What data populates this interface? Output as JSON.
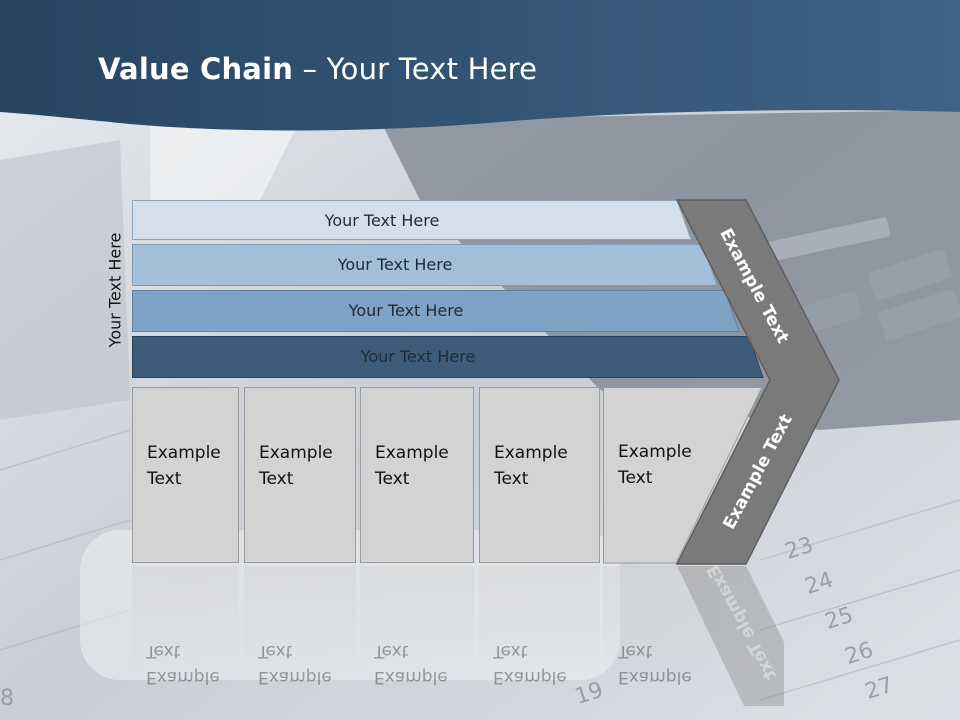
{
  "title": {
    "bold": "Value Chain",
    "rest": " – Your Text Here"
  },
  "side_label": "Your Text Here",
  "bars": [
    {
      "label": "Your Text Here",
      "color": "#d3dfeb"
    },
    {
      "label": "Your Text Here",
      "color": "#a5bfd8"
    },
    {
      "label": "Your Text Here",
      "color": "#7fa3c6"
    },
    {
      "label": "Your Text Here",
      "color": "#3d5c7c"
    }
  ],
  "boxes": [
    {
      "line1": "Example",
      "line2": "Text"
    },
    {
      "line1": "Example",
      "line2": "Text"
    },
    {
      "line1": "Example",
      "line2": "Text"
    },
    {
      "line1": "Example",
      "line2": "Text"
    },
    {
      "line1": "Example",
      "line2": "Text"
    }
  ],
  "chevron": {
    "upper": "Example Text",
    "lower": "Example Text",
    "color": "#7a7a7a"
  },
  "header_color": "#2f4f6e"
}
